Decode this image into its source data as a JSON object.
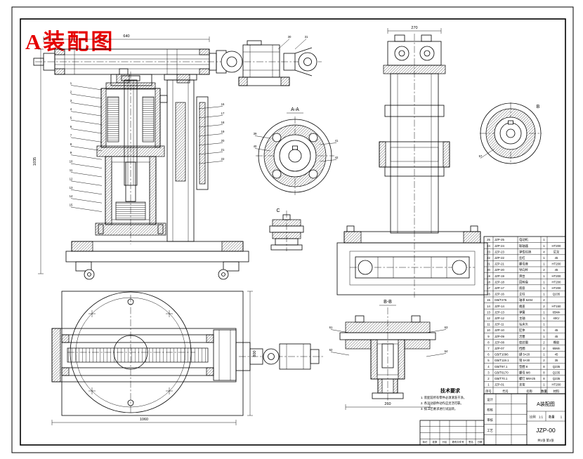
{
  "colors": {
    "title_red": "#e60000",
    "line": "#000000",
    "background": "#ffffff"
  },
  "drawing_title": "A装配图",
  "view_labels": {
    "aa": "A-A",
    "c": "C",
    "bb": "B-B",
    "b": "B"
  },
  "dims": {
    "unit_top": "640",
    "front_height": "1035",
    "side_top": "270",
    "plan_width": "1060",
    "plan_height": "800",
    "bb_bottom": "260"
  },
  "callouts": {
    "front_left": [
      "1",
      "2",
      "3",
      "4",
      "5",
      "6",
      "7",
      "8",
      "9",
      "10",
      "11",
      "12",
      "13",
      "14",
      "15"
    ],
    "front_right": [
      "16",
      "17",
      "18",
      "19",
      "20",
      "21",
      "22"
    ],
    "unit_top": [
      "30",
      "31"
    ],
    "aa_left": [
      "39",
      "40"
    ],
    "aa_right": [
      "41",
      "42"
    ],
    "bb_left": [
      "61",
      "62"
    ],
    "bb_right": [
      "63",
      "64"
    ],
    "circle_b": [
      "57"
    ]
  },
  "notes": {
    "title": "技术要求",
    "lines": [
      "1. 装配前所有零件必须清洗干净。",
      "2. 各运动部件动作应灵活可靠。",
      "3. 按工艺要求进行试运转。"
    ]
  },
  "parts_table": {
    "headers": [
      "序号",
      "代号",
      "名称",
      "数量",
      "材料"
    ],
    "rows": [
      [
        "25",
        "JZP-25",
        "电动机",
        "1",
        ""
      ],
      [
        "24",
        "JZP-24",
        "联轴器",
        "1",
        "HT200"
      ],
      [
        "23",
        "JZP-23",
        "弹性柱销",
        "4",
        "尼龙"
      ],
      [
        "22",
        "JZP-22",
        "丝杠",
        "1",
        "45"
      ],
      [
        "21",
        "JZP-21",
        "螺母座",
        "1",
        "HT200"
      ],
      [
        "20",
        "JZP-20",
        "导向杆",
        "2",
        "45"
      ],
      [
        "19",
        "JZP-19",
        "滑台",
        "1",
        "HT200"
      ],
      [
        "18",
        "JZP-18",
        "回转盘",
        "1",
        "HT200"
      ],
      [
        "17",
        "JZP-17",
        "底座",
        "1",
        "HT200"
      ],
      [
        "16",
        "JZP-16",
        "立柱",
        "1",
        "Q235"
      ],
      [
        "15",
        "GB/T276",
        "轴承 6204",
        "2",
        ""
      ],
      [
        "14",
        "JZP-14",
        "端盖",
        "2",
        "HT150"
      ],
      [
        "13",
        "JZP-13",
        "弹簧",
        "1",
        "65Mn"
      ],
      [
        "12",
        "JZP-12",
        "主轴",
        "1",
        "40Cr"
      ],
      [
        "11",
        "JZP-11",
        "钻夹头",
        "1",
        ""
      ],
      [
        "10",
        "JZP-10",
        "缸体",
        "1",
        "45"
      ],
      [
        "9",
        "JZP-09",
        "活塞",
        "1",
        "45"
      ],
      [
        "8",
        "JZP-08",
        "密封圈",
        "2",
        "橡胶"
      ],
      [
        "7",
        "JZP-07",
        "挡圈",
        "2",
        "65Mn"
      ],
      [
        "6",
        "GB/T1096",
        "键 5×20",
        "1",
        "45"
      ],
      [
        "5",
        "GB/T119.1",
        "销 5×30",
        "2",
        "35"
      ],
      [
        "4",
        "GB/T97.1",
        "垫圈 8",
        "8",
        "Q235"
      ],
      [
        "3",
        "GB/T6170",
        "螺母 M8",
        "8",
        "Q235"
      ],
      [
        "2",
        "GB/T70.1",
        "螺钉 M8×25",
        "8",
        "Q235"
      ],
      [
        "1",
        "JZP-01",
        "支架",
        "1",
        "HT200"
      ]
    ]
  },
  "title_block": {
    "sign_labels": [
      "设计",
      "校核",
      "审核",
      "工艺"
    ],
    "product_name": "A装配图",
    "scale_label": "比例",
    "scale": "1:1",
    "qty_label": "数量",
    "qty": "1",
    "drawing_no": "JZP-00",
    "sheet": "共1张 第1张"
  },
  "change_record": {
    "labels": [
      "标记",
      "处数",
      "分区",
      "更改文件号",
      "签名",
      "日期"
    ]
  }
}
